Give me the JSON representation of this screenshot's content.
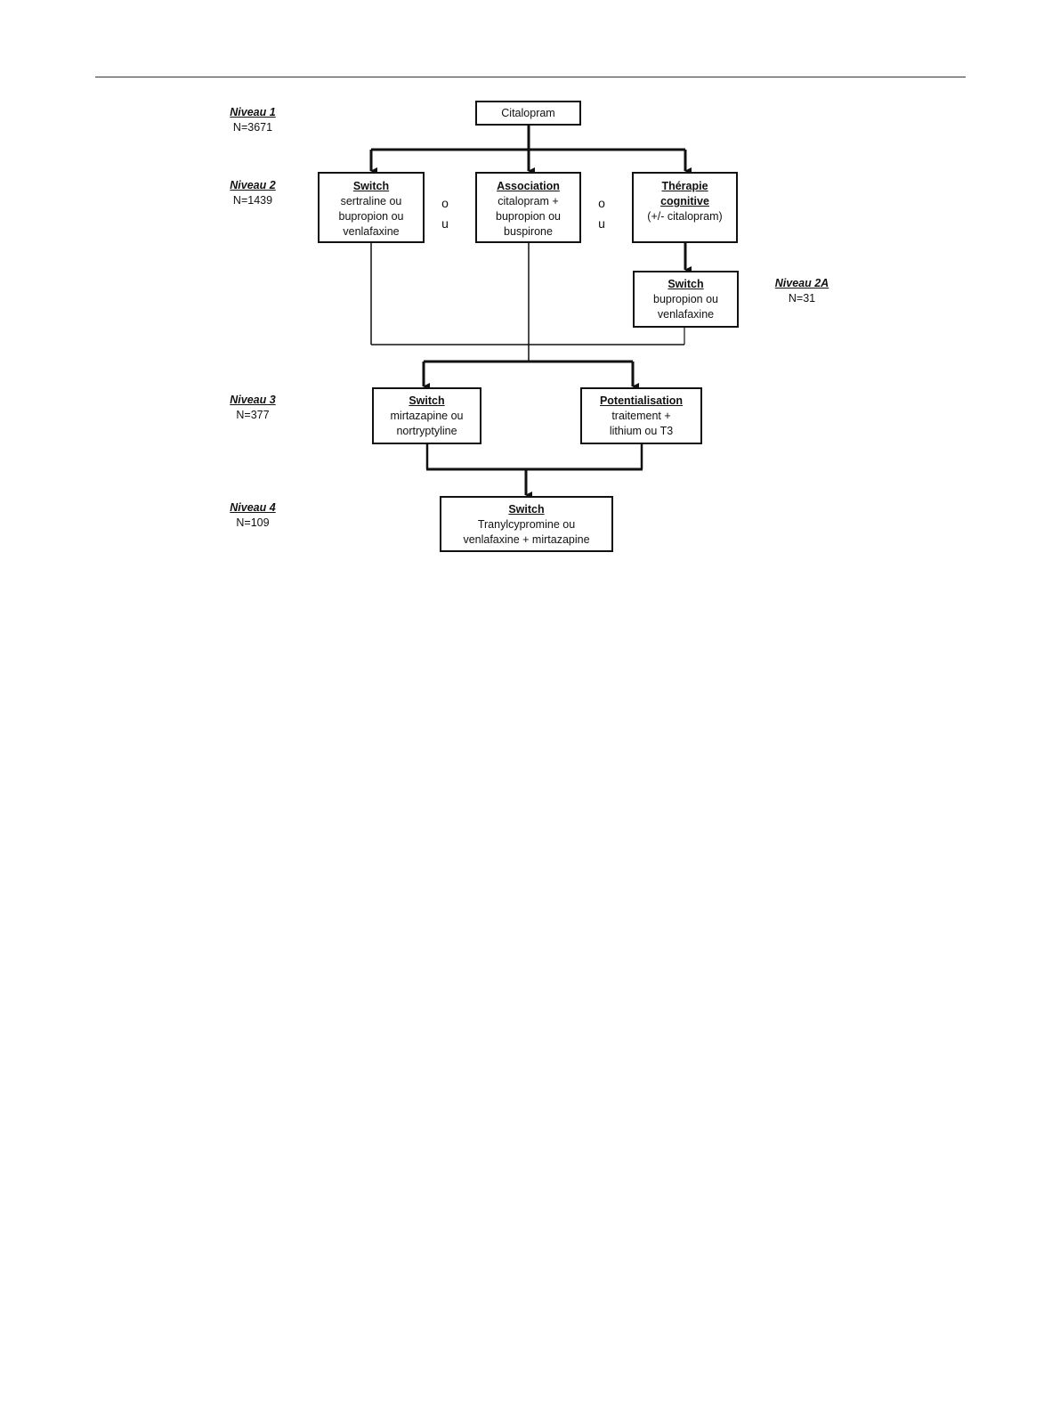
{
  "levels": [
    {
      "name": "Niveau 1",
      "n": "N=3671"
    },
    {
      "name": "Niveau 2",
      "n": "N=1439"
    },
    {
      "name": "Niveau 2A",
      "n": "N=31"
    },
    {
      "name": "Niveau 3",
      "n": "N=377"
    },
    {
      "name": "Niveau 4",
      "n": "N=109"
    }
  ],
  "nodes": {
    "citalopram": {
      "body": "Citalopram"
    },
    "switch2": {
      "title": "Switch",
      "body": "sertraline ou bupropion ou venlafaxine"
    },
    "association": {
      "title": "Association",
      "body": "citalopram + bupropion ou buspirone"
    },
    "therapie": {
      "title": "Thérapie cognitive",
      "body": "(+/- citalopram)"
    },
    "switch2a": {
      "title": "Switch",
      "body": "bupropion ou venlafaxine"
    },
    "switch3": {
      "title": "Switch",
      "body": "mirtazapine ou nortryptyline"
    },
    "potentialisation": {
      "title": "Potentialisation",
      "body": "traitement + lithium ou T3"
    },
    "switch4": {
      "title": "Switch",
      "body": "Tranylcypromine ou venlafaxine + mirtazapine"
    }
  },
  "separators": {
    "o": "o",
    "u": "u"
  }
}
